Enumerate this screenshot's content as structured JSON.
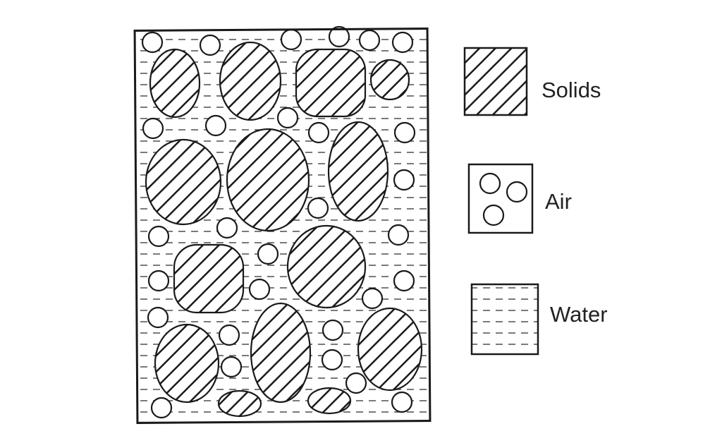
{
  "diagram": {
    "type": "soil composition schematic",
    "legend": [
      {
        "key": "solids",
        "label": "Solids"
      },
      {
        "key": "air",
        "label": "Air"
      },
      {
        "key": "water",
        "label": "Water"
      }
    ],
    "colors": {
      "ink": "#1a1a1a",
      "background": "#ffffff"
    }
  }
}
